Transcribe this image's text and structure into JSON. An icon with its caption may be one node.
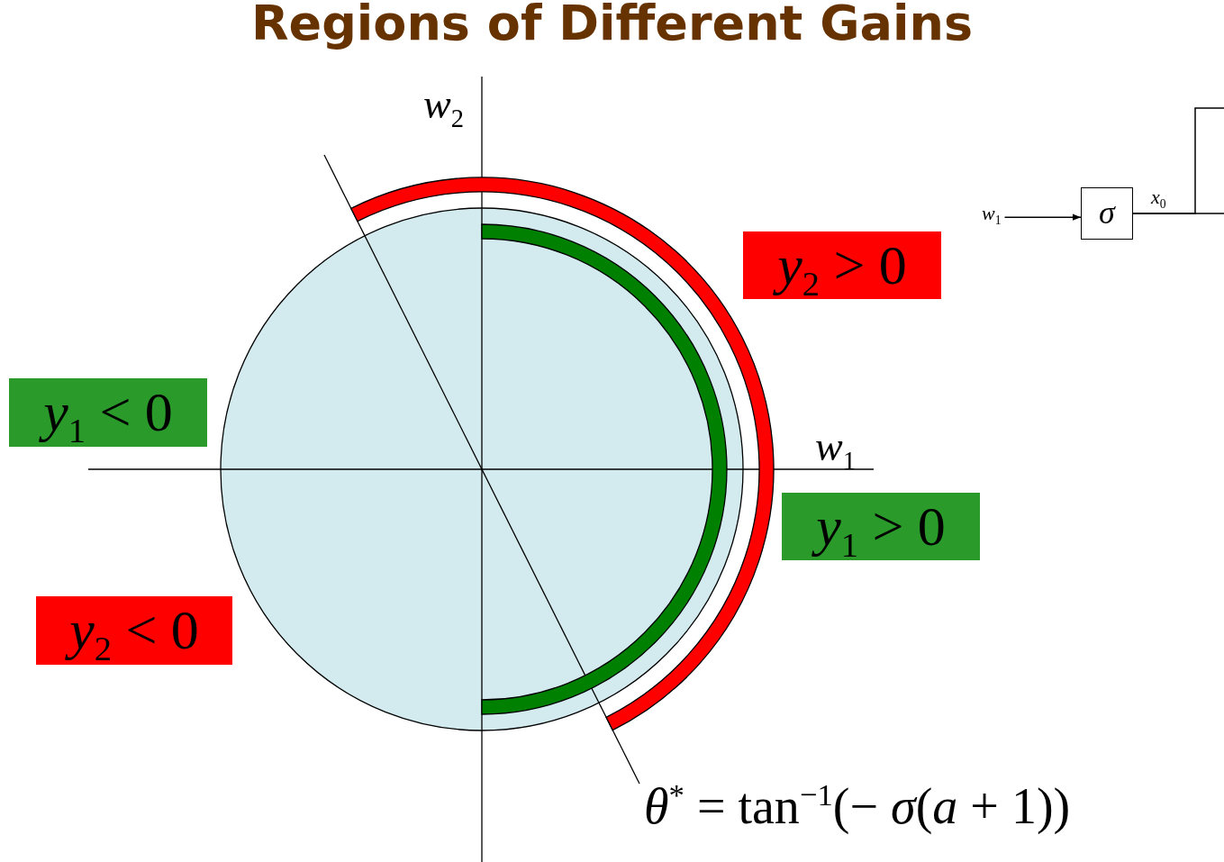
{
  "diagram": {
    "title": "Regions of Different Gains",
    "nodes": [
      {
        "text": [
          "*w*$_{1}$"
        ]
      },
      {
        "text": [
          "*σ*"
        ]
      },
      {
        "text": [
          "*y*$_{2}$ > 0"
        ]
      },
      {
        "text": [
          "*y*$_{1}$ < 0"
        ]
      },
      {
        "text": [
          "*y*$_{1}$ > 0"
        ]
      },
      {
        "text": [
          "*y*$_{2}$ < 0"
        ]
      }
    ],
    "edges": [
      {
        "from": 0,
        "to": 1,
        "arrow": "to"
      },
      {
        "from": 1,
        "to": null,
        "arrow": "none",
        "label": "*x*$_{0}$"
      },
      {
        "from": 1,
        "to": null,
        "arrow": "none"
      }
    ],
    "labels": [
      "*w*$_{2}$",
      "*w*$_{1}$",
      "*θ*$^{*}$ = tan$^{−1}$(− *σ*(*a* + 1))"
    ]
  }
}
